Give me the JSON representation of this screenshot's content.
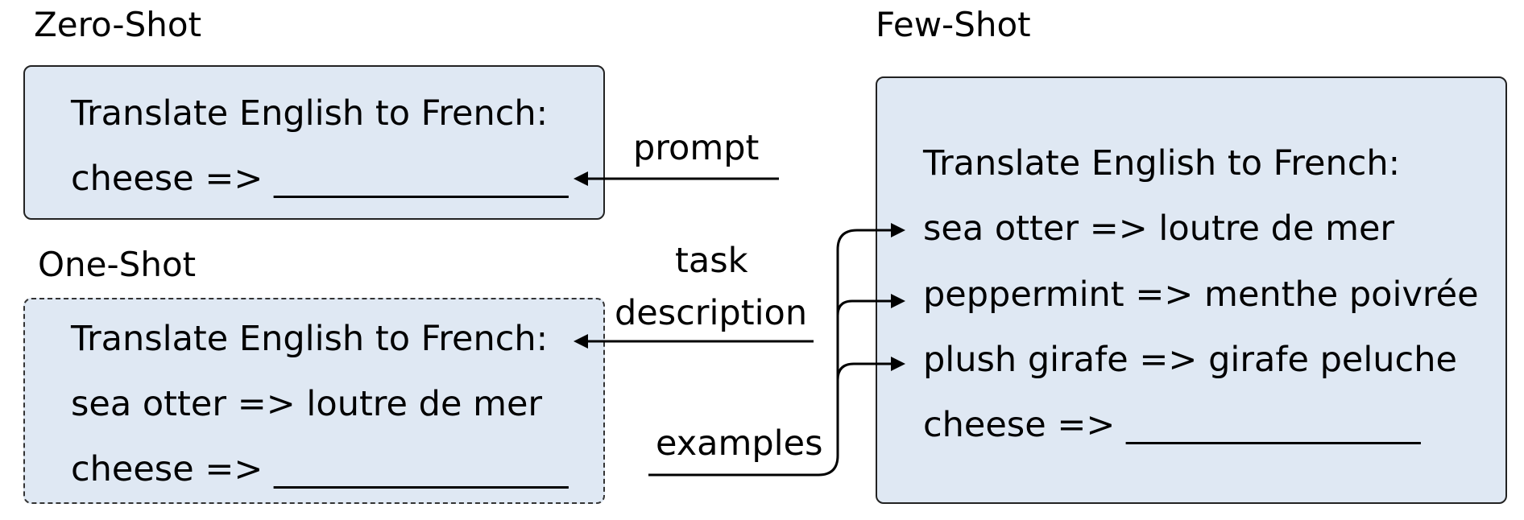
{
  "zero_shot": {
    "title": "Zero-Shot",
    "lines": [
      "Translate English to French:",
      "cheese => _________________"
    ]
  },
  "one_shot": {
    "title": "One-Shot",
    "lines": [
      "Translate English to French:",
      "sea otter => loutre de mer",
      "cheese => _________________"
    ]
  },
  "few_shot": {
    "title": "Few-Shot",
    "lines": [
      "Translate English to French:",
      "sea otter => loutre de mer",
      "peppermint => menthe poivrée",
      "plush girafe => girafe peluche",
      "cheese => _________________"
    ]
  },
  "labels": {
    "prompt": "prompt",
    "task": "task",
    "description": "description",
    "examples": "examples"
  },
  "colors": {
    "box_fill": "#dfe8f3",
    "stroke": "#000000"
  }
}
